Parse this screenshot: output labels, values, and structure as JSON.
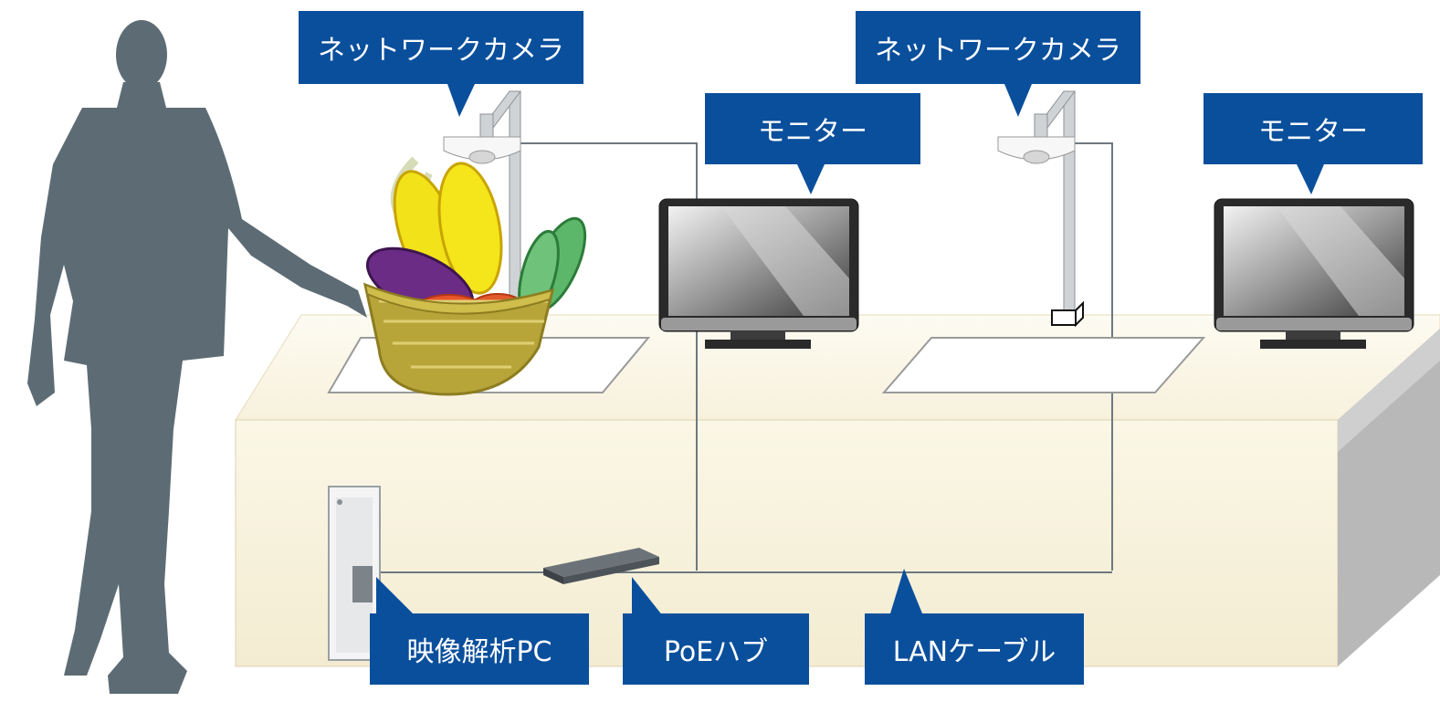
{
  "labels": {
    "camera_left": "ネットワークカメラ",
    "camera_right": "ネットワークカメラ",
    "monitor_left": "モニター",
    "monitor_right": "モニター",
    "pc": "映像解析PC",
    "hub": "PoEハブ",
    "lan_cable": "LANケーブル"
  },
  "colors": {
    "callout": "#0a4f9c",
    "silhouette": "#5d6c74",
    "counter_front": "#faf5e3",
    "counter_side": "#b5b5b5",
    "cable": "#6e7880"
  },
  "icons": [
    "person-silhouette",
    "vegetable-basket",
    "ceiling-camera",
    "monitor",
    "poe-hub",
    "pc-tower"
  ]
}
